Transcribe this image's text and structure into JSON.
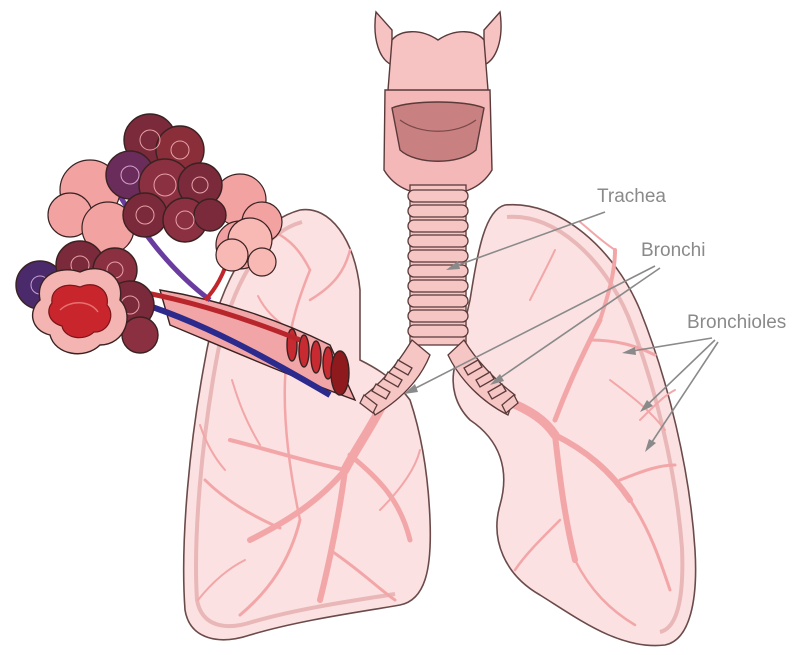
{
  "labels": {
    "trachea": "Trachea",
    "bronchi": "Bronchi",
    "bronchioles": "Bronchioles"
  },
  "colors": {
    "lung_fill": "#fbe1e1",
    "airway_pink": "#f3a6a8",
    "cartilage": "#f6c6c4",
    "alveoli_red": "#c0262c",
    "vein_blue": "#2c2a8c",
    "label_gray": "#8a8a8a"
  }
}
